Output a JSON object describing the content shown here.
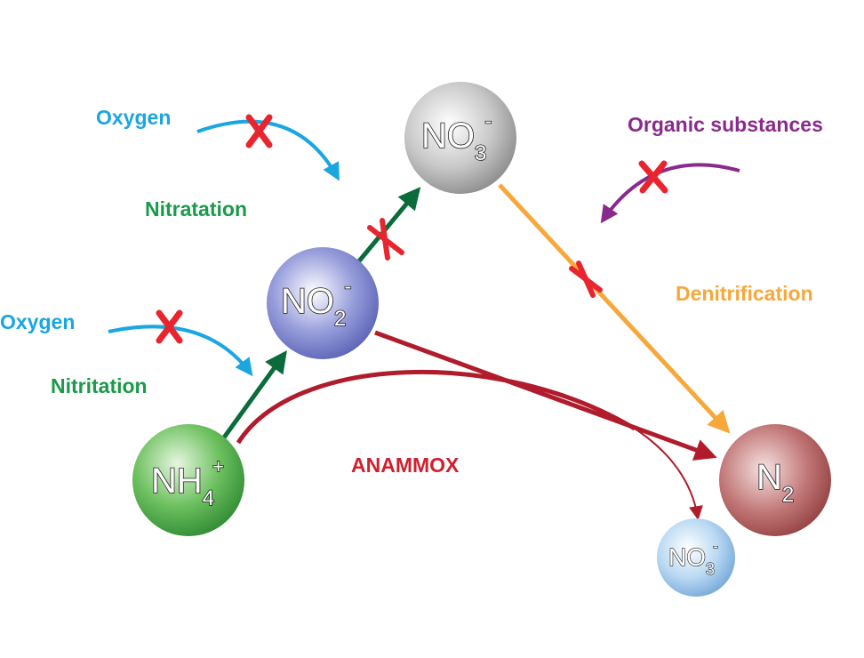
{
  "molecules": {
    "nh4": {
      "base": "NH",
      "sub": "4",
      "sup": "+"
    },
    "no2": {
      "base": "NO",
      "sub": "2",
      "sup": "-"
    },
    "no3": {
      "base": "NO",
      "sub": "3",
      "sup": "-"
    },
    "n2": {
      "base": "N",
      "sub": "2"
    },
    "no3_small": {
      "base": "NO",
      "sub": "3",
      "sup": "-"
    }
  },
  "labels": {
    "oxygen_top": "Oxygen",
    "nitratation": "Nitratation",
    "oxygen_left": "Oxygen",
    "nitritation": "Nitritation",
    "organic": "Organic substances",
    "denitrification": "Denitrification",
    "anammox": "ANAMMOX"
  },
  "colors": {
    "oxygen": "#1aa6e0",
    "nitrification": "#1a9a4a",
    "dark_green_arrow": "#0b6b3a",
    "organic": "#8a2a8c",
    "denitrification": "#f7a83a",
    "anammox": "#d0202e",
    "anammox_arrow": "#b01c2c",
    "blocked_x": "#e8252e"
  }
}
